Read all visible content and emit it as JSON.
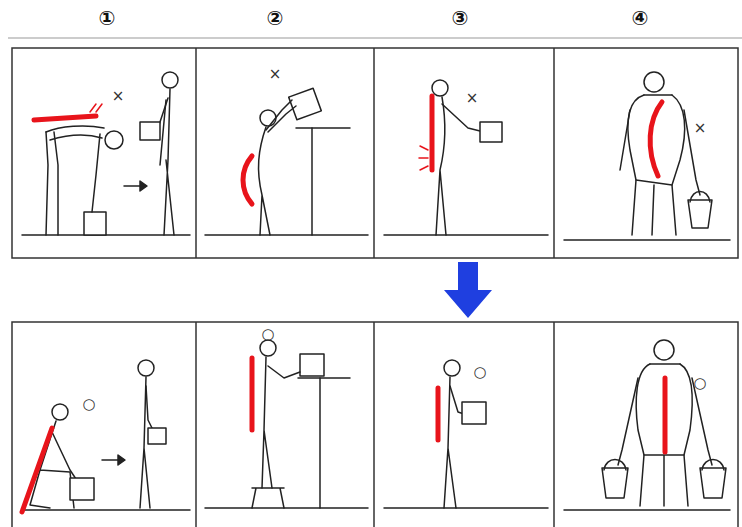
{
  "diagram": {
    "labels": [
      "①",
      "②",
      "③",
      "④",
      "×",
      "×",
      "×",
      "×",
      "○",
      "○",
      "○",
      "○"
    ]
  }
}
